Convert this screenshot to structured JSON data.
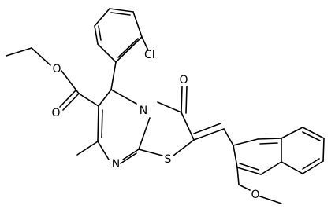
{
  "molecule": {
    "atoms": {
      "o_ester_single": "O",
      "o_ester_carbonyl": "O",
      "o_ketone": "O",
      "o_methoxy": "O",
      "n_ring": "N",
      "n_imine": "N",
      "s_thiazole": "S",
      "cl": "Cl"
    }
  }
}
